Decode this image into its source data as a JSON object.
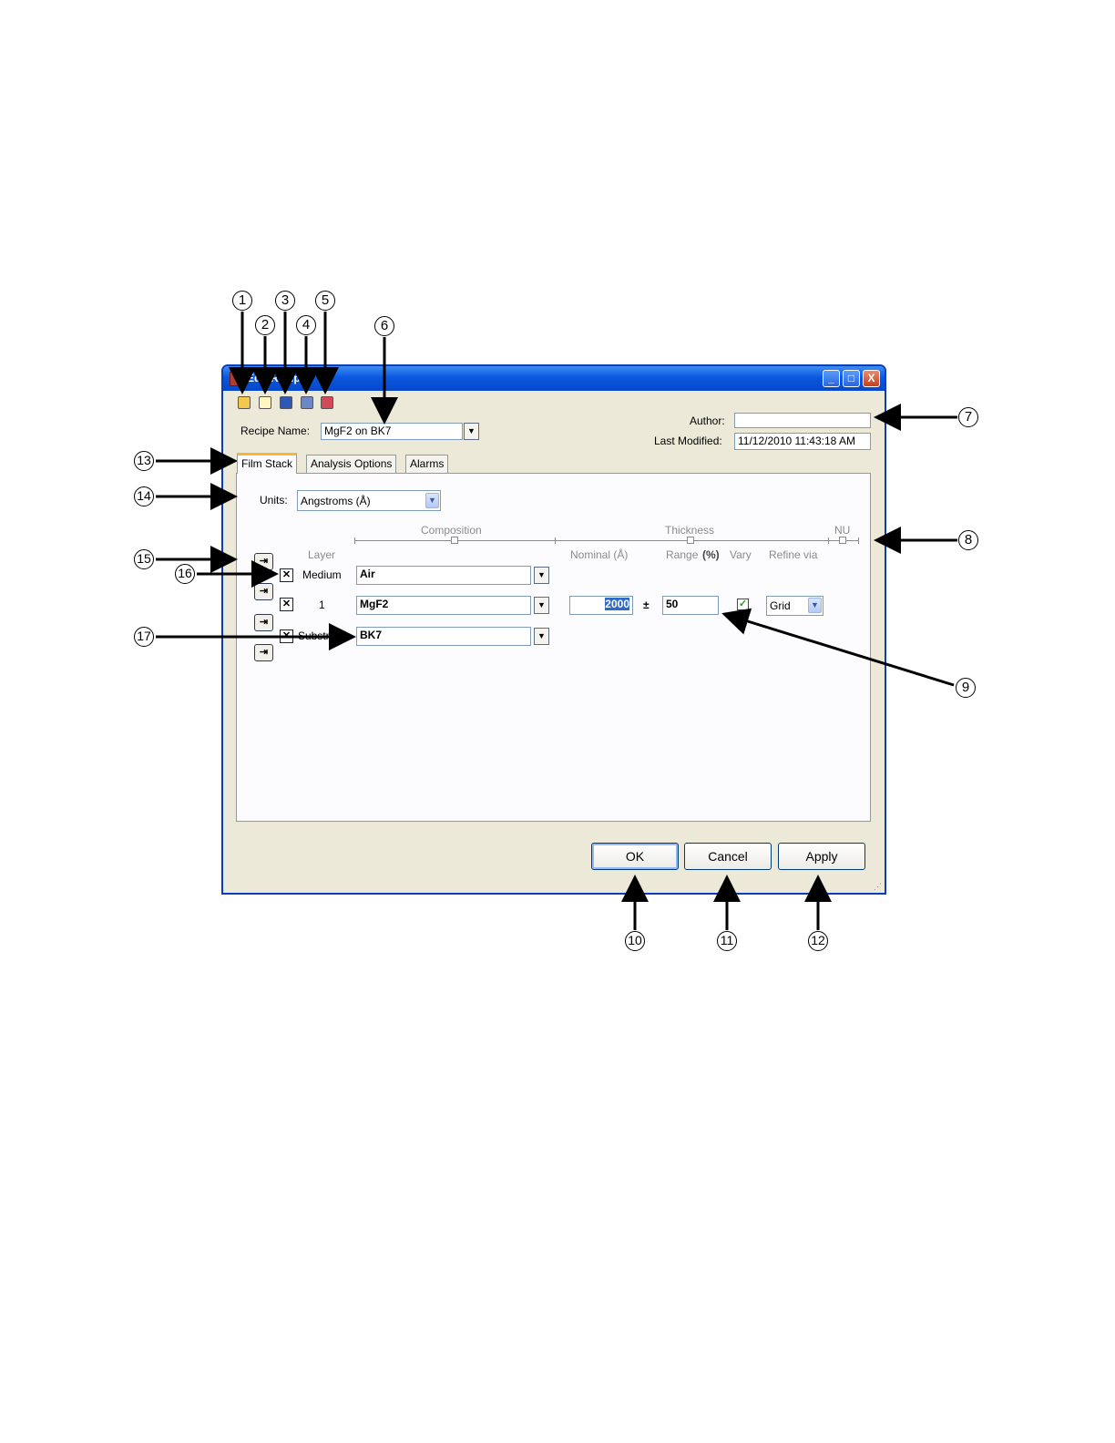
{
  "window": {
    "title": "Edit Recipe",
    "minimize_glyph": "_",
    "maximize_glyph": "□",
    "close_glyph": "X"
  },
  "toolbar": {
    "icons": [
      "open-folder-icon",
      "new-recipe-icon",
      "save-icon",
      "save-as-icon",
      "delete-recipe-icon"
    ]
  },
  "recipe": {
    "name_label": "Recipe Name:",
    "name_value": "MgF2 on BK7"
  },
  "meta": {
    "author_label": "Author:",
    "author_value": "",
    "modified_label": "Last Modified:",
    "modified_value": "11/12/2010 11:43:18 AM"
  },
  "tabs": [
    {
      "label": "Film Stack",
      "active": true
    },
    {
      "label": "Analysis Options",
      "active": false
    },
    {
      "label": "Alarms",
      "active": false
    }
  ],
  "units": {
    "label": "Units:",
    "value": "Angstroms (Å)"
  },
  "headers": {
    "composition": "Composition",
    "thickness": "Thickness",
    "nu": "NU",
    "layer": "Layer",
    "nominal": "Nominal (Å)",
    "range": "Range",
    "range_pct": "(%)",
    "vary": "Vary",
    "refine": "Refine via"
  },
  "layers": [
    {
      "layer": "Medium",
      "material": "Air"
    },
    {
      "layer": "1",
      "material": "MgF2",
      "nominal": "2000",
      "plus_minus": "±",
      "range": "50",
      "vary": true,
      "refine": "Grid"
    },
    {
      "layer": "Substrate",
      "material": "BK7"
    }
  ],
  "buttons": {
    "ok": "OK",
    "cancel": "Cancel",
    "apply": "Apply"
  },
  "callouts": [
    "1",
    "2",
    "3",
    "4",
    "5",
    "6",
    "7",
    "8",
    "9",
    "10",
    "11",
    "12",
    "13",
    "14",
    "15",
    "16",
    "17"
  ]
}
